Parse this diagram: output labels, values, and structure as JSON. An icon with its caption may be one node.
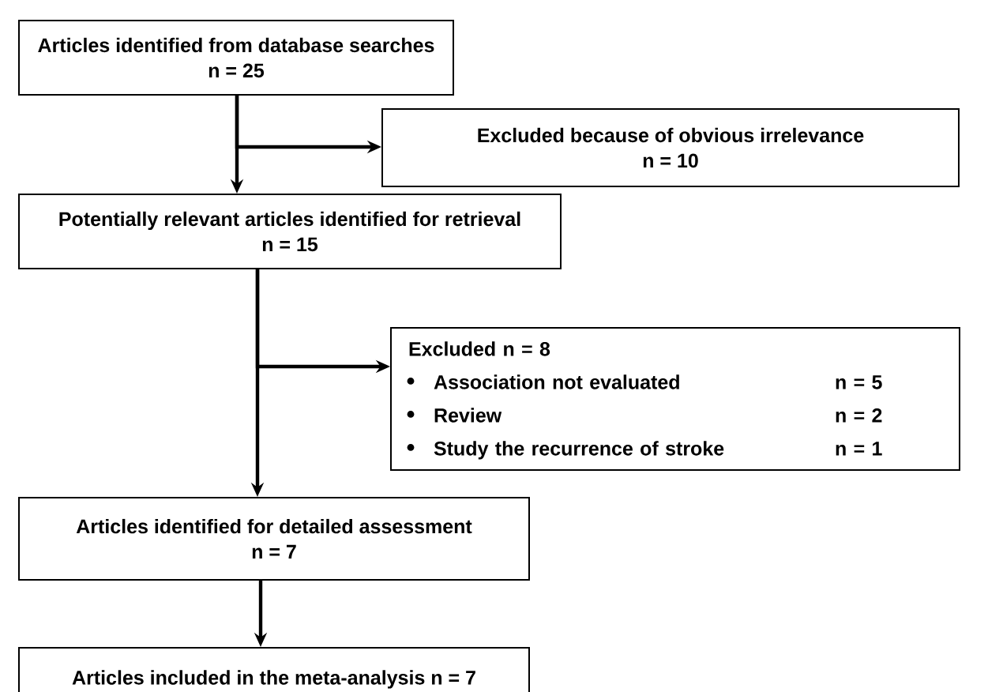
{
  "diagram": {
    "nodes": [
      {
        "text": [
          "Articles identified from database searches",
          "n = 25"
        ]
      },
      {
        "text": [
          "Excluded because of obvious  irrelevance",
          "n = 10"
        ]
      },
      {
        "text": [
          "Potentially relevant articles identified for retrieval",
          "n = 15"
        ]
      },
      {
        "text": [
          "Excluded  n = 8",
          "Association not evaluated",
          "n = 5",
          "Review",
          "n = 2",
          "Study the recurrence of stroke",
          "n = 1"
        ]
      },
      {
        "text": [
          "Articles identified for detailed assessment",
          "n = 7"
        ]
      },
      {
        "text": [
          "Articles included in the meta-analysis  n = 7"
        ]
      }
    ],
    "edges": [
      {
        "from": 0,
        "to": 2,
        "arrow": "to"
      },
      {
        "from": 0,
        "to": 1,
        "arrow": "to"
      },
      {
        "from": 2,
        "to": 4,
        "arrow": "to"
      },
      {
        "from": 2,
        "to": 3,
        "arrow": "to"
      },
      {
        "from": 4,
        "to": 5,
        "arrow": "to"
      }
    ]
  }
}
